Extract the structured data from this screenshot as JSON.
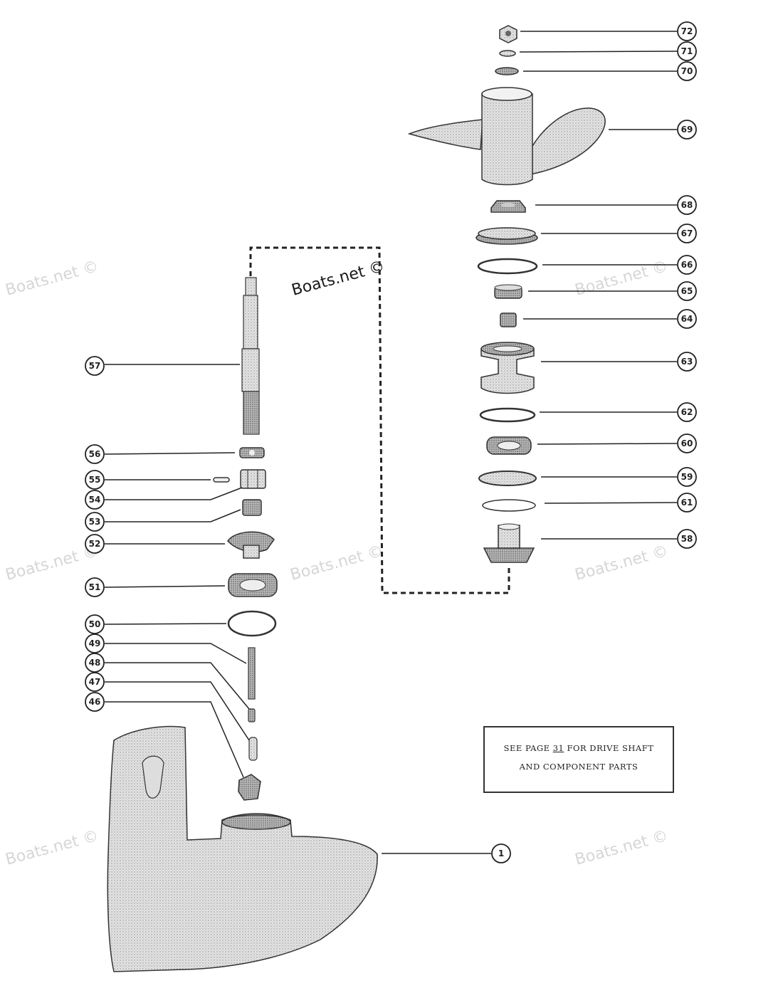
{
  "watermark": "Boats.net ©",
  "note": {
    "prefix": "SEE PAGE ",
    "page": "31",
    "suffix": " FOR DRIVE SHAFT",
    "line2": "AND COMPONENT PARTS"
  },
  "callouts": [
    "72",
    "71",
    "70",
    "69",
    "68",
    "67",
    "66",
    "65",
    "64",
    "63",
    "62",
    "60",
    "59",
    "61",
    "58",
    "57",
    "56",
    "55",
    "54",
    "53",
    "52",
    "51",
    "50",
    "49",
    "48",
    "47",
    "46",
    "1"
  ]
}
